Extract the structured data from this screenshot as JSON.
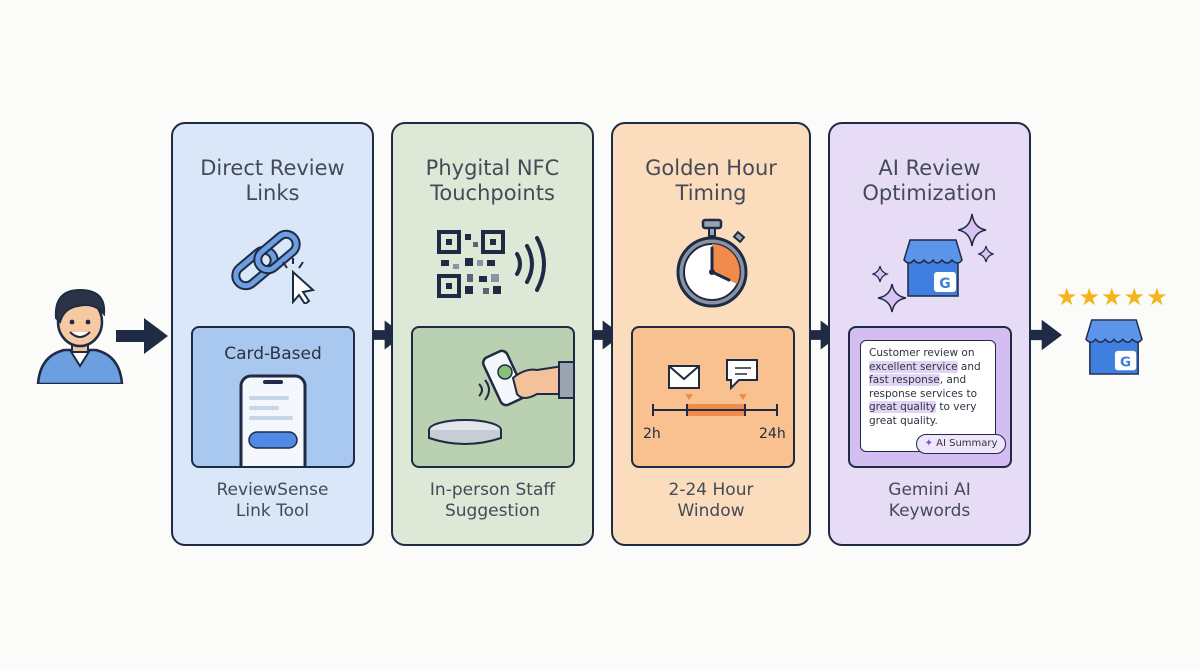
{
  "colors": {
    "outline": "#1f2a44",
    "panel_blue": "#d9e7f8",
    "panel_green": "#dde8d7",
    "panel_orange": "#fbdcbc",
    "panel_purple": "#e6dcf5",
    "star": "#f4b41a",
    "google_blue": "#3f7fe0"
  },
  "panels": [
    {
      "title": "Direct Review\nLinks",
      "icon": "chain-link-icon",
      "inner_label": "Card-Based",
      "footer": "ReviewSense\nLink Tool"
    },
    {
      "title": "Phygital NFC\nTouchpoints",
      "icon": "qr-code-icon",
      "footer": "In-person Staff\nSuggestion"
    },
    {
      "title": "Golden Hour\nTiming",
      "icon": "stopwatch-icon",
      "timeline_start": "2h",
      "timeline_end": "24h",
      "footer": "2-24 Hour\nWindow"
    },
    {
      "title": "AI Review\nOptimization",
      "icon": "google-business-icon",
      "review": {
        "line1": "Customer review on",
        "hl1": "excellent service",
        "after1": " and",
        "hl2": "fast response",
        "after2": ", and response services to",
        "hl3": "great quality",
        "after3": " to very great quality."
      },
      "badge": "AI Summary",
      "footer": "Gemini AI\nKeywords"
    }
  ]
}
